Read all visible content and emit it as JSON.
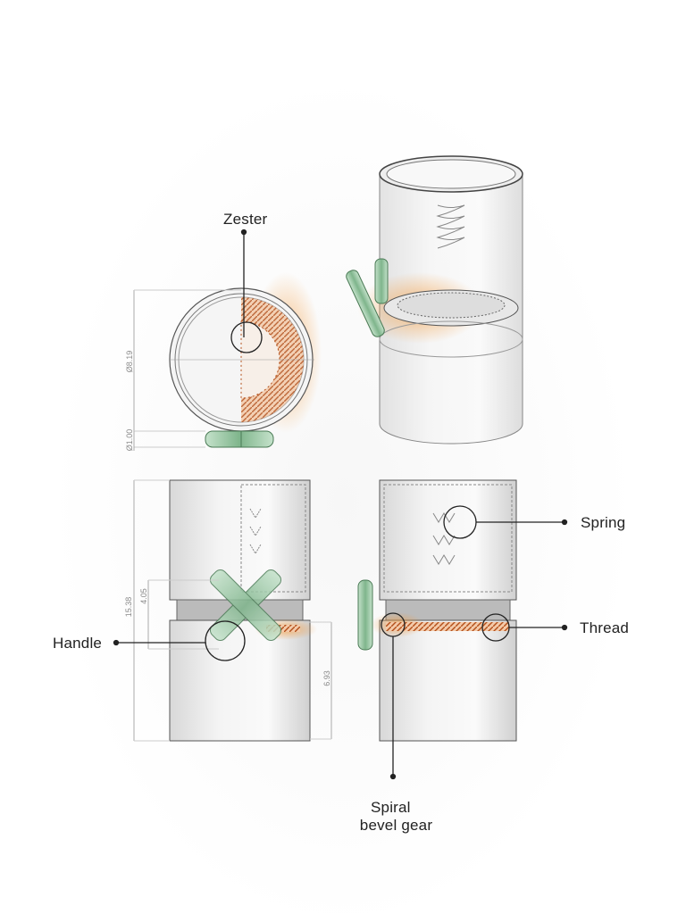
{
  "labels": {
    "zester": "Zester",
    "spring": "Spring",
    "handle": "Handle",
    "thread": "Thread",
    "spiral_line1": "Spiral",
    "spiral_line2": "bevel gear"
  },
  "dimensions": {
    "diameter_body": "Ø8.19",
    "diameter_handle": "Ø1.00",
    "total_height": "15.38",
    "handle_span": "4.05",
    "lower_height": "6.93"
  },
  "colors": {
    "handle_green": "#8fbf9a",
    "gear_orange": "#e0661e",
    "outline": "#555555"
  }
}
